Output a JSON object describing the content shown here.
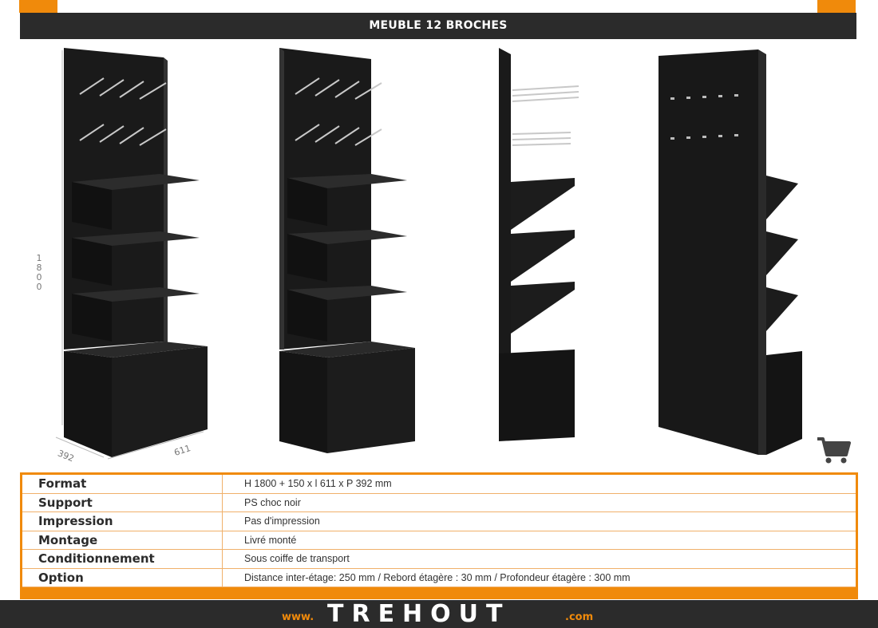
{
  "header": {
    "title": "MEUBLE 12 BROCHES"
  },
  "dimensions": {
    "height": "1800",
    "depth": "392",
    "width": "611"
  },
  "specs": [
    {
      "label": "Format",
      "value": "H 1800 + 150 x l 611 x P 392 mm"
    },
    {
      "label": "Support",
      "value": "PS choc noir"
    },
    {
      "label": "Impression",
      "value": "Pas d'impression"
    },
    {
      "label": "Montage",
      "value": "Livré monté"
    },
    {
      "label": "Conditionnement",
      "value": "Sous coiffe de transport"
    },
    {
      "label": "Option",
      "value": "Distance inter-étage: 250 mm / Rebord étagère : 30 mm / Profondeur étagère : 300 mm"
    }
  ],
  "footer": {
    "prefix": "www.",
    "brand": "TREHOUT",
    "suffix": ".com"
  },
  "colors": {
    "accent": "#f08a0b",
    "dark": "#2b2b2b"
  },
  "icons": {
    "cart": "cart-icon"
  }
}
